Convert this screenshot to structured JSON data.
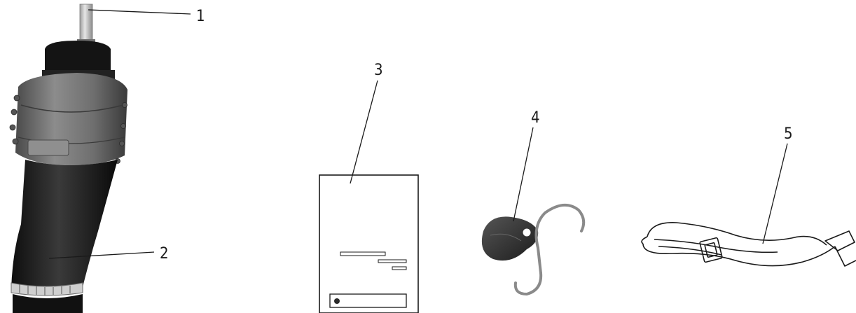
{
  "callouts": [
    {
      "id": "1",
      "label": "1"
    },
    {
      "id": "2",
      "label": "2"
    },
    {
      "id": "3",
      "label": "3"
    },
    {
      "id": "4",
      "label": "4"
    },
    {
      "id": "5",
      "label": "5"
    }
  ],
  "parts": [
    {
      "number": "1",
      "icon": "shaft-icon"
    },
    {
      "number": "2",
      "icon": "blower-nozzle-icon"
    },
    {
      "number": "3",
      "icon": "instruction-manual-icon"
    },
    {
      "number": "4",
      "icon": "key-tag-and-hook-icon"
    },
    {
      "number": "5",
      "icon": "shoulder-strap-icon"
    }
  ],
  "colors": {
    "ink": "#1a1a1a",
    "housing_dark": "#2a2a2a",
    "housing_mid": "#5a5a5a",
    "shroud": "#7a7a7a",
    "metal": "#b8b8b8"
  }
}
